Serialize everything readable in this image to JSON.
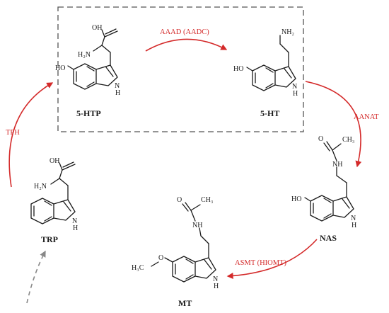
{
  "colors": {
    "arrow": "#d42a2a",
    "enzyme_text": "#d42a2a",
    "bond": "#1a1a1a",
    "box_border": "#555555",
    "dashed_arrow": "#888888"
  },
  "compounds": {
    "htp": {
      "name": "5-HTP",
      "atoms": {
        "oh": "OH",
        "ho": "HO",
        "h2n": "H₂N",
        "nh": "N",
        "h": "H"
      }
    },
    "ht": {
      "name": "5-HT",
      "atoms": {
        "nh2": "NH₂",
        "ho": "HO",
        "nh": "N",
        "h": "H"
      }
    },
    "nas": {
      "name": "NAS",
      "atoms": {
        "o": "O",
        "ch3": "CH₃",
        "nh_amide": "NH",
        "ho": "HO",
        "nh": "N",
        "h": "H"
      }
    },
    "mt": {
      "name": "MT",
      "atoms": {
        "o": "O",
        "ch3": "CH₃",
        "nh_amide": "NH",
        "h3c": "H₃C",
        "o_ether": "O",
        "nh": "N",
        "h": "H"
      }
    },
    "trp": {
      "name": "TRP",
      "atoms": {
        "oh": "OH",
        "h2n": "H₂N",
        "nh": "N",
        "h": "H"
      }
    }
  },
  "enzymes": {
    "aaad": "AAAD (AADC)",
    "aanat": "AANAT",
    "asmt": "ASMT (HIOMT)",
    "tph": "TPH"
  },
  "icons": {
    "red_arrow": "curved-arrow-icon",
    "dashed_arrow": "dashed-curved-arrow-icon"
  }
}
